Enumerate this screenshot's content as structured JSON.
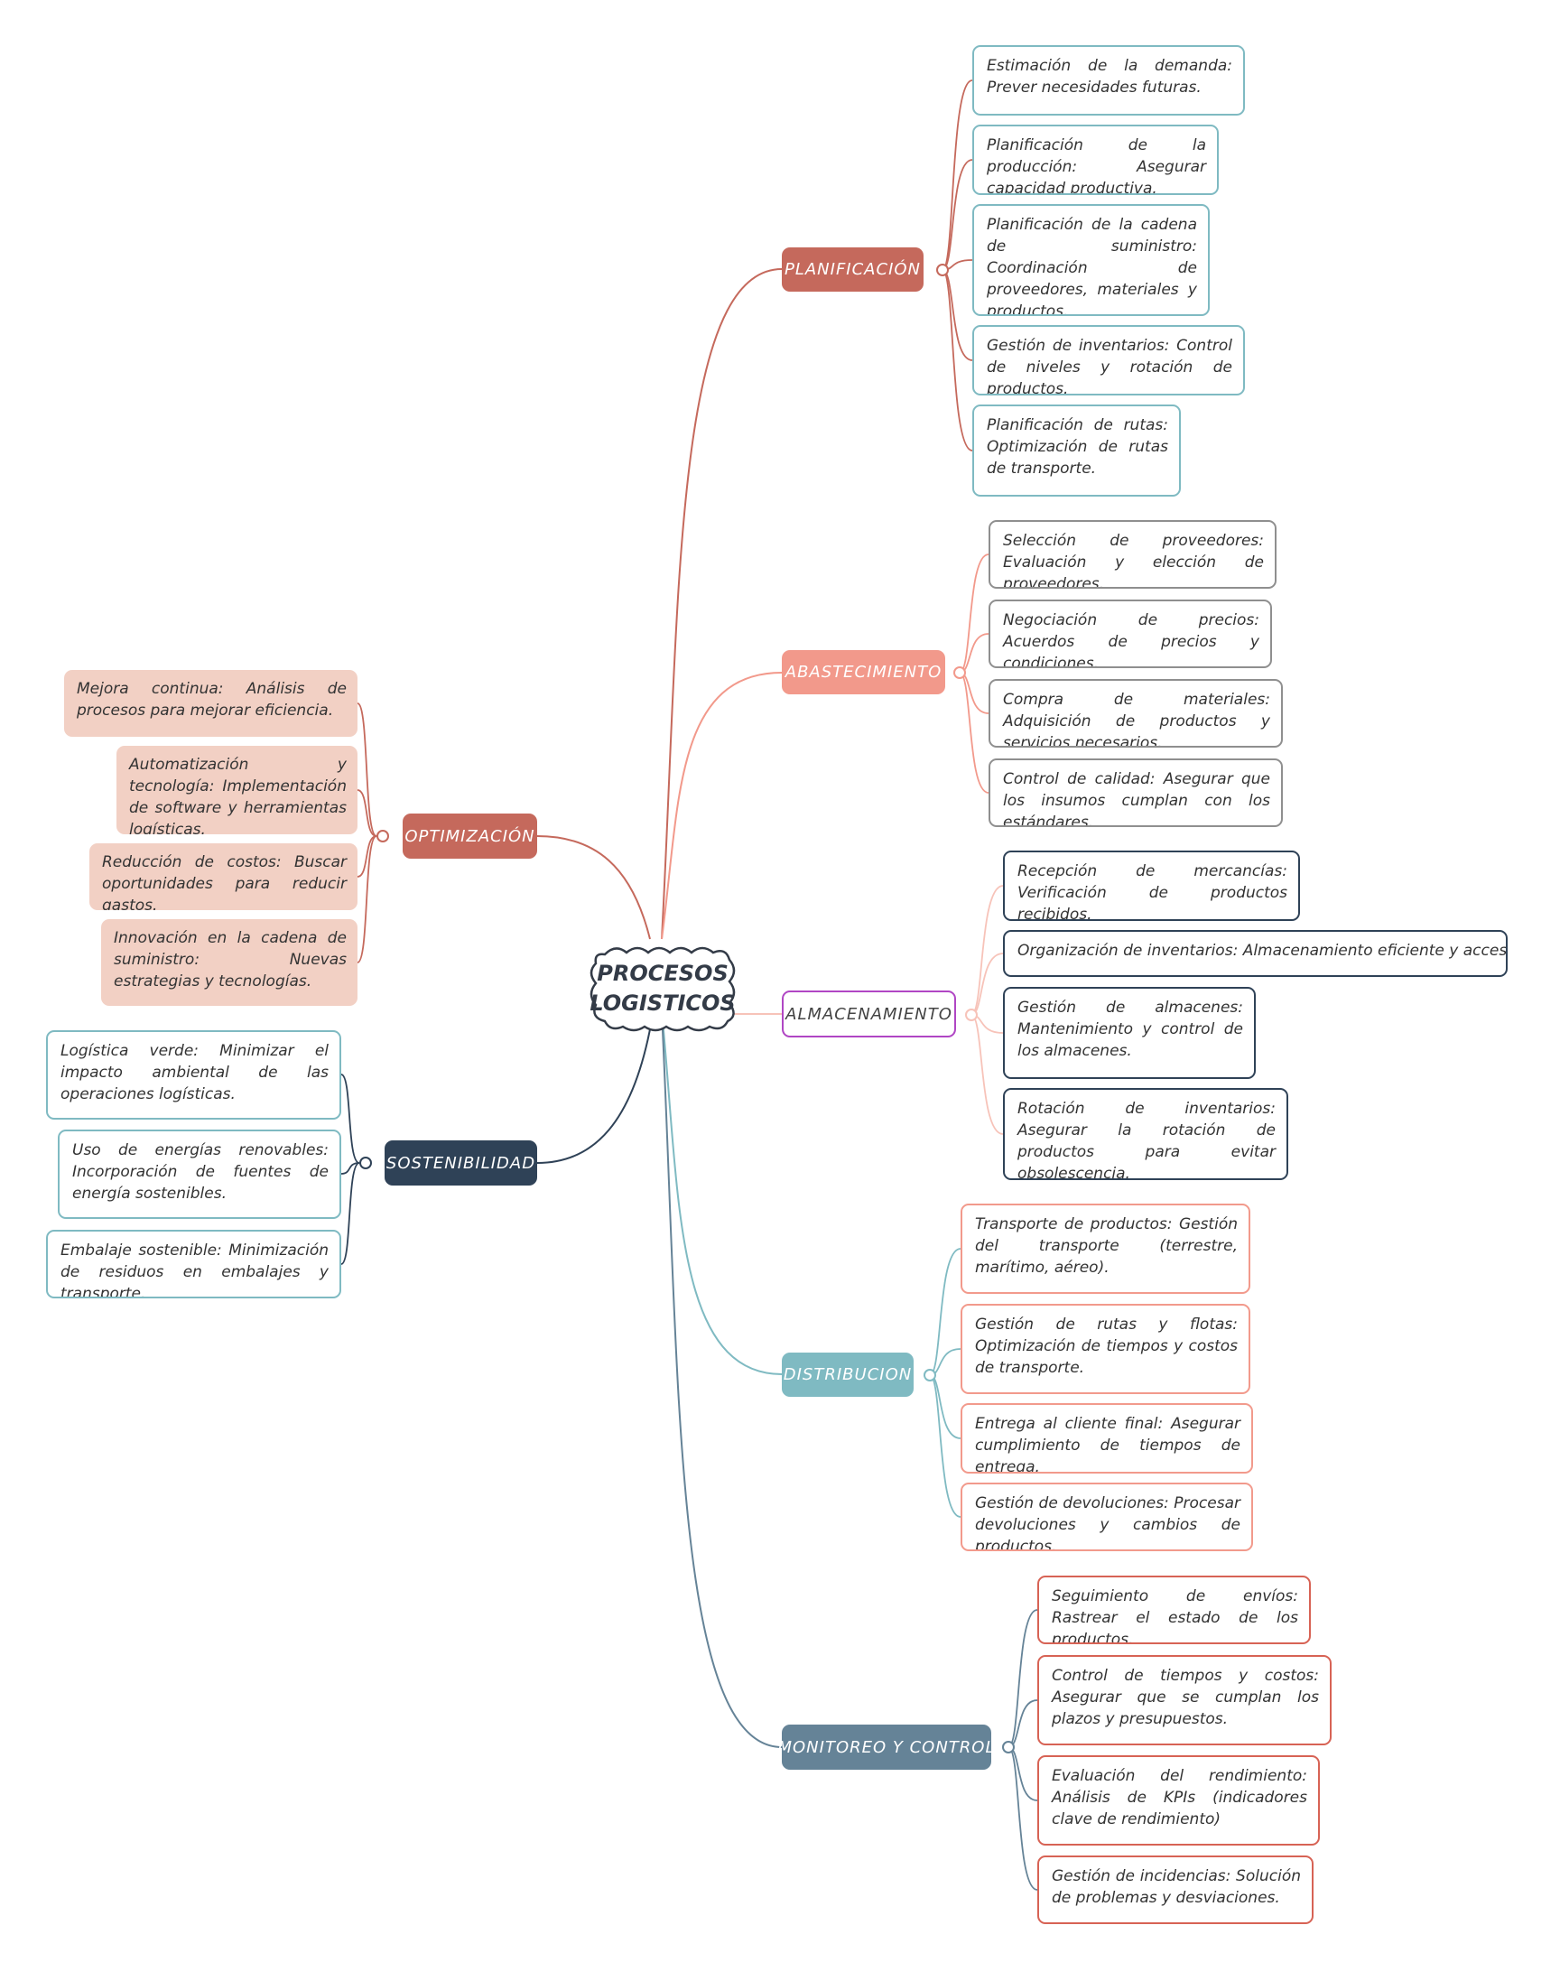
{
  "central": {
    "title": "PROCESOS LOGISTICOS"
  },
  "colors": {
    "planificacion": "#c5695c",
    "abastecimiento": "#f2998b",
    "almacenamiento": "#b046c4",
    "distribucion": "#7fbac2",
    "monitoreo": "#658397",
    "optimizacion": "#c5695c",
    "sostenibilidad": "#2f4257",
    "leaf_teal": "#7fbac2",
    "leaf_gray": "#8f8f8f",
    "leaf_navy": "#2f4257",
    "leaf_salmon": "#f29a8c",
    "leaf_red": "#d76355",
    "leaf_fill": "#f2d0c4"
  },
  "branches": {
    "planificacion": {
      "label": "PLANIFICACIÓN",
      "items": [
        "Estimación de la demanda: Prever necesidades futuras.",
        "Planificación de la producción: Asegurar capacidad productiva.",
        "Planificación de la cadena de suministro: Coordinación de proveedores, materiales y productos.",
        "Gestión de inventarios: Control de niveles y rotación de productos.",
        "Planificación de rutas: Optimización de rutas de transporte."
      ]
    },
    "abastecimiento": {
      "label": "ABASTECIMIENTO",
      "items": [
        "Selección de proveedores: Evaluación y elección de proveedores.",
        "Negociación de precios: Acuerdos de precios y condiciones.",
        "Compra de materiales: Adquisición de productos y servicios necesarios.",
        "Control de calidad: Asegurar que los insumos cumplan con los estándares."
      ]
    },
    "almacenamiento": {
      "label": "ALMACENAMIENTO",
      "items": [
        "Recepción de mercancías: Verificación de productos recibidos.",
        "Organización de inventarios: Almacenamiento eficiente y accesible.",
        "Gestión de almacenes: Mantenimiento y control de los almacenes.",
        "Rotación de inventarios: Asegurar la rotación de productos para evitar obsolescencia."
      ]
    },
    "distribucion": {
      "label": "DISTRIBUCION",
      "items": [
        "Transporte de productos: Gestión del transporte (terrestre, marítimo, aéreo).",
        "Gestión de rutas y flotas: Optimización de tiempos y costos de transporte.",
        "Entrega al cliente final: Asegurar cumplimiento de tiempos de entrega.",
        "Gestión de devoluciones: Procesar devoluciones y cambios de productos."
      ]
    },
    "monitoreo": {
      "label": "MONITOREO Y CONTROL",
      "items": [
        "Seguimiento de envíos: Rastrear el estado de los productos.",
        "Control de tiempos y costos: Asegurar que se cumplan los plazos y presupuestos.",
        "Evaluación del rendimiento: Análisis de KPIs (indicadores clave de rendimiento)",
        "Gestión de incidencias: Solución de problemas y desviaciones."
      ]
    },
    "optimizacion": {
      "label": "OPTIMIZACIÓN",
      "items": [
        "Mejora continua: Análisis de procesos para mejorar eficiencia.",
        "Automatización y tecnología: Implementación de software y herramientas logísticas.",
        "Reducción de costos: Buscar oportunidades para reducir gastos.",
        "Innovación en la cadena de suministro: Nuevas estrategias y tecnologías."
      ]
    },
    "sostenibilidad": {
      "label": "SOSTENIBILIDAD",
      "items": [
        "Logística verde: Minimizar el impacto ambiental de las operaciones logísticas.",
        "Uso de energías renovables: Incorporación de fuentes de energía sostenibles.",
        "Embalaje sostenible: Minimización de residuos en embalajes y transporte."
      ]
    }
  }
}
